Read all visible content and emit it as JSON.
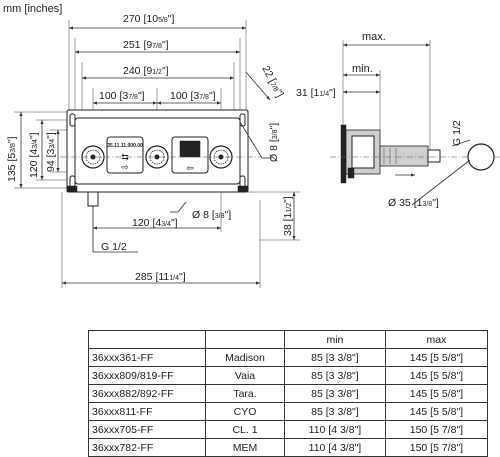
{
  "units_label": "mm [inches]",
  "front_view": {
    "dim_270": {
      "mm": "270",
      "in": "10",
      "frac": "5/8"
    },
    "dim_251": {
      "mm": "251",
      "in": "9",
      "frac": "7/8"
    },
    "dim_240": {
      "mm": "240",
      "in": "9",
      "frac": "1/2"
    },
    "dim_100_left": {
      "mm": "100",
      "in": "3",
      "frac": "7/8"
    },
    "dim_100_right": {
      "mm": "100",
      "in": "3",
      "frac": "7/8"
    },
    "dim_22": {
      "mm": "22",
      "in": "",
      "frac": "7/8"
    },
    "dim_135": {
      "mm": "135",
      "in": "5",
      "frac": "3/8"
    },
    "dim_120": {
      "mm": "120",
      "in": "4",
      "frac": "3/4"
    },
    "dim_94": {
      "mm": "94",
      "in": "3",
      "frac": "3/4"
    },
    "dim_8_top": {
      "prefix": "Ø",
      "mm": "8",
      "in": "",
      "frac": "3/8"
    },
    "dim_8_bottom": {
      "prefix": "Ø",
      "mm": "8",
      "in": "",
      "frac": "3/8"
    },
    "dim_120_bottom": {
      "mm": "120",
      "in": "4",
      "frac": "3/4"
    },
    "dim_38": {
      "mm": "38",
      "in": "1",
      "frac": "1/2"
    },
    "thread_label": "G 1/2",
    "dim_285": {
      "mm": "285",
      "in": "11",
      "frac": "1/4"
    },
    "plate_code": "35.11.11.000.00"
  },
  "side_view": {
    "max_label": "max.",
    "min_label": "min.",
    "dim_31": {
      "mm": "31",
      "in": "1",
      "frac": "1/4"
    },
    "thread_label": "G 1/2",
    "dim_35": {
      "prefix": "Ø",
      "mm": "35",
      "in": "1",
      "frac": "3/8"
    }
  },
  "table": {
    "headers": [
      "",
      "",
      "min",
      "max"
    ],
    "rows": [
      {
        "code": "36xxx361-FF",
        "name": "Madison",
        "min": "85 [3 3/8\"]",
        "max": "145 [5 5/8\"]"
      },
      {
        "code": "36xxx809/819-FF",
        "name": "Vaia",
        "min": "85 [3 3/8\"]",
        "max": "145 [5 5/8\"]"
      },
      {
        "code": "36xxx882/892-FF",
        "name": "Tara.",
        "min": "85 [3 3/8\"]",
        "max": "145 [5 5/8\"]"
      },
      {
        "code": "36xxx811-FF",
        "name": "CYO",
        "min": "85 [3 3/8\"]",
        "max": "145 [5 5/8\"]"
      },
      {
        "code": "36xxx705-FF",
        "name": "CL. 1",
        "min": "110 [4 3/8\"]",
        "max": "150 [5 7/8\"]"
      },
      {
        "code": "36xxx782-FF",
        "name": "MEM",
        "min": "110 [4 3/8\"]",
        "max": "150 [5 7/8\"]"
      }
    ]
  }
}
